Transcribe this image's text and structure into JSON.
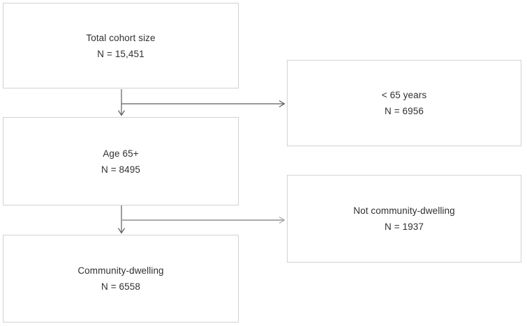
{
  "colors": {
    "background": "#ffffff",
    "box_fill": "#ffffff",
    "box_border": "#d2d2d2",
    "text": "#303030",
    "arrow_dark": "#5c5c5c",
    "arrow_light": "#ababab"
  },
  "nodes": [
    {
      "id": "total-cohort",
      "label": "Total cohort size",
      "n": "N = 15,451"
    },
    {
      "id": "age-65-plus",
      "label": "Age 65+",
      "n": "N = 8495"
    },
    {
      "id": "community-dwelling",
      "label": "Community-dwelling",
      "n": "N = 6558"
    },
    {
      "id": "under-65",
      "label": "< 65 years",
      "n": "N = 6956"
    },
    {
      "id": "not-community-dwelling",
      "label": "Not community-dwelling",
      "n": "N = 1937"
    }
  ],
  "edges": [
    {
      "from": "total-cohort",
      "to": "age-65-plus"
    },
    {
      "from": "total-cohort",
      "to": "under-65"
    },
    {
      "from": "age-65-plus",
      "to": "community-dwelling"
    },
    {
      "from": "age-65-plus",
      "to": "not-community-dwelling"
    }
  ]
}
